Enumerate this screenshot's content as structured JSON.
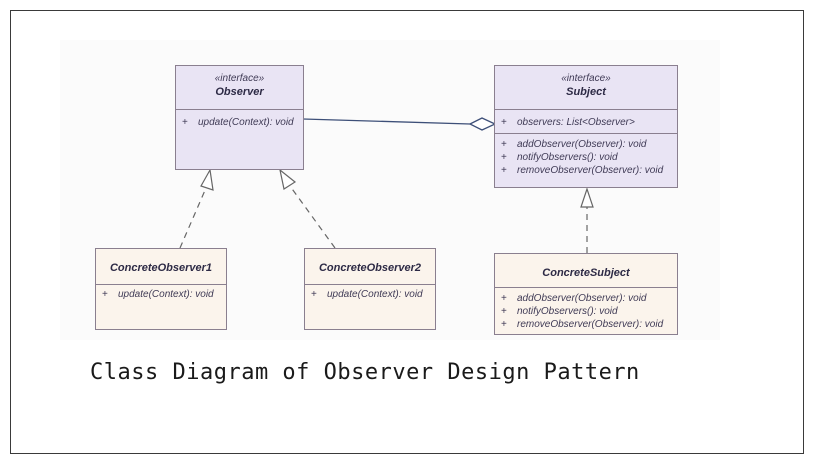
{
  "observer": {
    "stereotype": "«interface»",
    "name": "Observer",
    "methods": [
      {
        "vis": "+",
        "text": "update(Context): void"
      }
    ]
  },
  "subject": {
    "stereotype": "«interface»",
    "name": "Subject",
    "attributes": [
      {
        "vis": "+",
        "text": "observers: List<Observer>"
      }
    ],
    "methods": [
      {
        "vis": "+",
        "text": "addObserver(Observer): void"
      },
      {
        "vis": "+",
        "text": "notifyObservers(): void"
      },
      {
        "vis": "+",
        "text": "removeObserver(Observer): void"
      }
    ]
  },
  "concrete_observer_1": {
    "name": "ConcreteObserver1",
    "methods": [
      {
        "vis": "+",
        "text": "update(Context): void"
      }
    ]
  },
  "concrete_observer_2": {
    "name": "ConcreteObserver2",
    "methods": [
      {
        "vis": "+",
        "text": "update(Context): void"
      }
    ]
  },
  "concrete_subject": {
    "name": "ConcreteSubject",
    "methods": [
      {
        "vis": "+",
        "text": "addObserver(Observer): void"
      },
      {
        "vis": "+",
        "text": "notifyObservers(): void"
      },
      {
        "vis": "+",
        "text": "removeObserver(Observer): void"
      }
    ]
  },
  "caption": "Class Diagram of Observer Design Pattern",
  "colors": {
    "interface_fill": "#e9e4f4",
    "class_fill": "#fbf4ec",
    "border": "#8a7f8f",
    "connector": "#555555",
    "association": "#3d4f78"
  }
}
